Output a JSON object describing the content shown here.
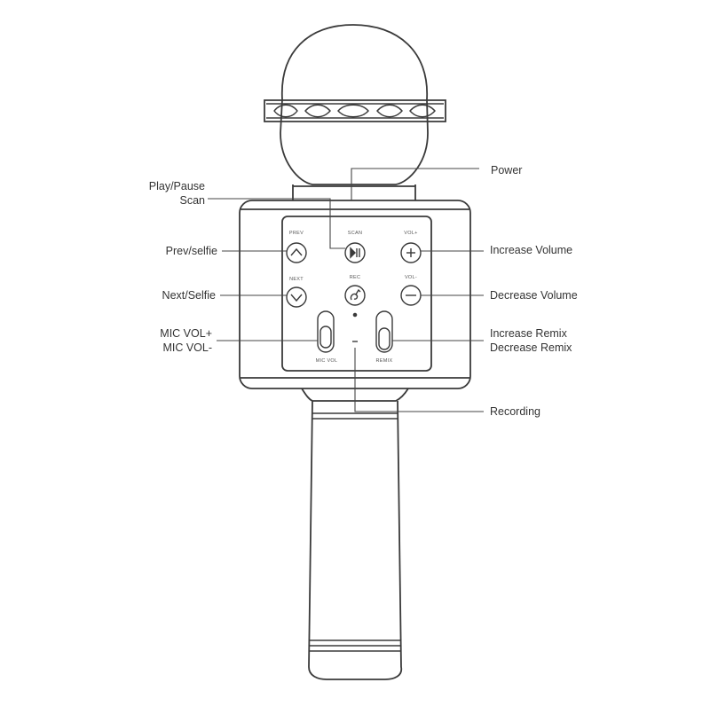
{
  "device": {
    "buttons": {
      "prev": "PREV",
      "scan": "SCAN",
      "vol_up": "VOL+",
      "next": "NEXT",
      "rec": "REC",
      "vol_down": "VOL-"
    },
    "sliders": {
      "mic_vol": "MIC VOL",
      "remix": "REMIX"
    }
  },
  "callouts": {
    "power": "Power",
    "play_pause": "Play/Pause",
    "scan": "Scan",
    "prev_selfie": "Prev/selfie",
    "next_selfie": "Next/Selfie",
    "mic_vol_up": "MIC VOL+",
    "mic_vol_down": "MIC VOL-",
    "increase_volume": "Increase Volume",
    "decrease_volume": "Decrease Volume",
    "increase_remix": "Increase Remix",
    "decrease_remix": "Decrease Remix",
    "recording": "Recording"
  },
  "colors": {
    "outline": "#3a3a3a",
    "leader": "#444444",
    "text": "#333333"
  }
}
